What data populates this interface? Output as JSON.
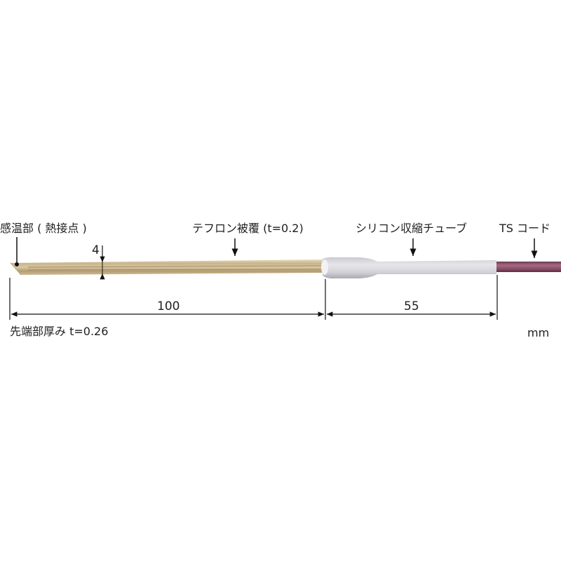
{
  "labels": {
    "sensing_part": "感温部 ( 熱接点 )",
    "teflon_coating": "テフロン被覆 (t=0.2)",
    "silicone_tube": "シリコン収縮チューブ",
    "ts_cord": "TS コード",
    "width_dim": "4",
    "tip_thickness": "先端部厚み t=0.26",
    "unit": "mm"
  },
  "dimensions": {
    "probe_length": "100",
    "tube_length": "55"
  },
  "colors": {
    "probe": "#c8b58e",
    "probe_stripe": "#ab9470",
    "tube": "#d9d9de",
    "cord": "#8a4a64",
    "line": "#111111"
  }
}
